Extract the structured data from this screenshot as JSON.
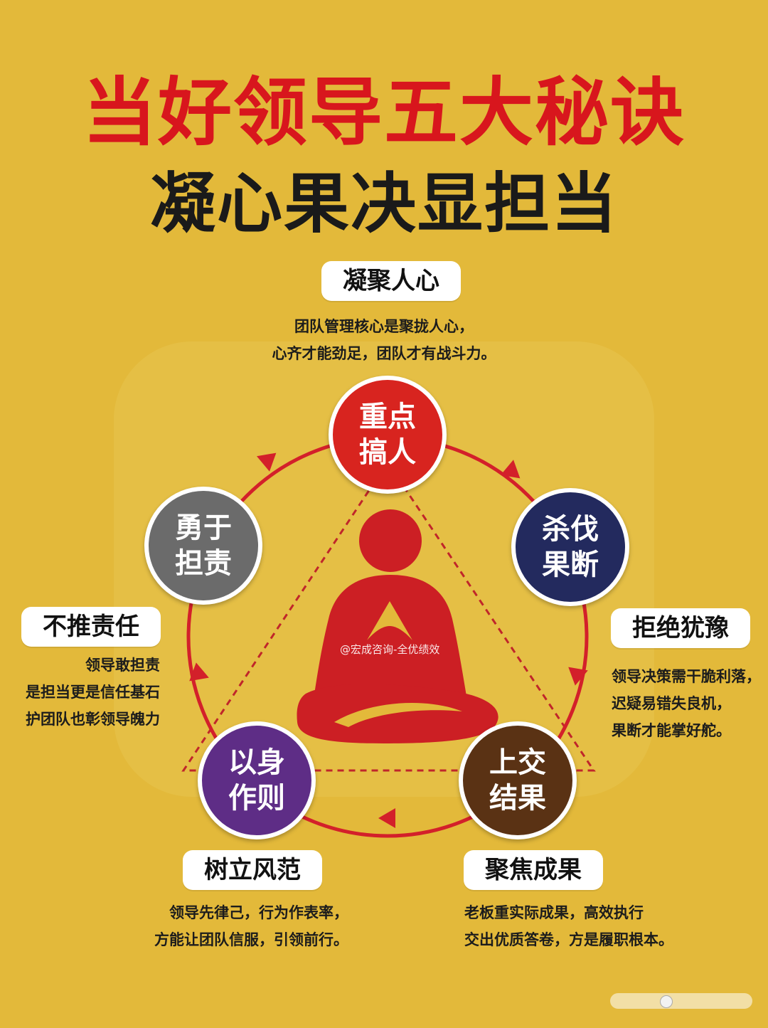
{
  "title": "当好领导五大秘诀",
  "subtitle": "凝心果决显担当",
  "watermark": "@宏成咨询-全优绩效",
  "colors": {
    "background": "#e3b93a",
    "title_red": "#d8161d",
    "circle_top": "#d8241f",
    "circle_right": "#232a5e",
    "circle_bottom_right": "#5a3214",
    "circle_bottom_left": "#5e2d86",
    "circle_left": "#6b6b6b",
    "figure": "#cc1f24"
  },
  "sections": {
    "top": {
      "label": "凝聚人心",
      "circle_line1": "重点",
      "circle_line2": "搞人",
      "desc_lines": [
        "团队管理核心是聚拢人心，",
        "心齐才能劲足，团队才有战斗力。"
      ]
    },
    "right": {
      "label": "拒绝犹豫",
      "circle_line1": "杀伐",
      "circle_line2": "果断",
      "desc_lines": [
        "领导决策需干脆利落，",
        "迟疑易错失良机，",
        "果断才能掌好舵。"
      ]
    },
    "bottom_right": {
      "label": "聚焦成果",
      "circle_line1": "上交",
      "circle_line2": "结果",
      "desc_lines": [
        "老板重实际成果，高效执行",
        "交出优质答卷，方是履职根本。"
      ]
    },
    "bottom_left": {
      "label": "树立风范",
      "circle_line1": "以身",
      "circle_line2": "作则",
      "desc_lines": [
        "领导先律己，行为作表率，",
        "方能让团队信服，引领前行。"
      ]
    },
    "left": {
      "label": "不推责任",
      "circle_line1": "勇于",
      "circle_line2": "担责",
      "desc_lines": [
        "领导敢担责",
        "是担当更是信任基石",
        "护团队也彰领导魄力"
      ]
    }
  }
}
